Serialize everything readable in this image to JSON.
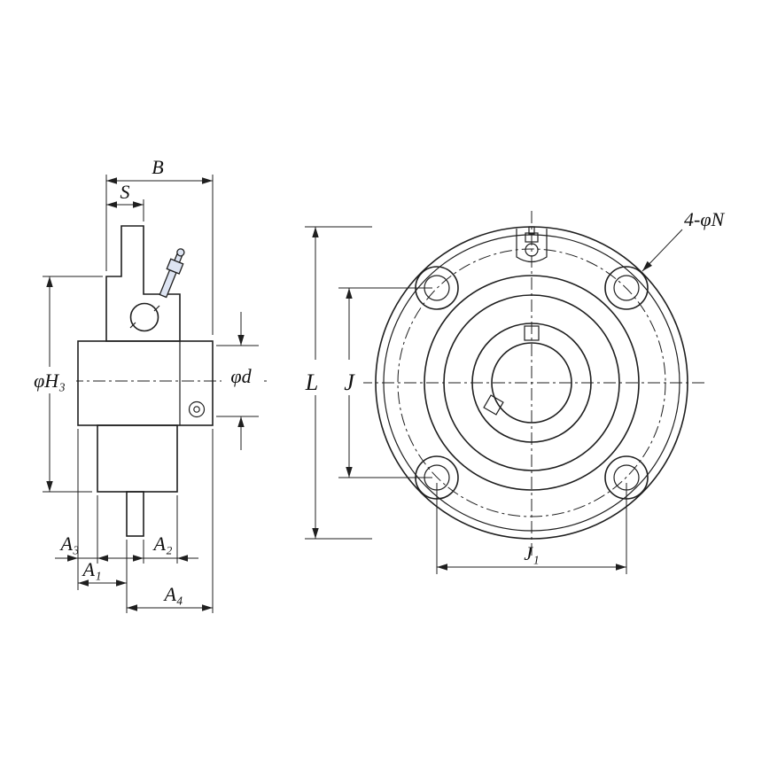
{
  "colors": {
    "line": "#1f1f1f",
    "section_fill": "#cdd6ec",
    "fitting_fill": "#dde4f2",
    "background": "#ffffff"
  },
  "side_view": {
    "dims": {
      "B": "B",
      "S": "S",
      "H3": "φH₃",
      "d": "φd",
      "A3": "A₃",
      "A2": "A₂",
      "A1": "A₁",
      "A4": "A₄"
    }
  },
  "front_view": {
    "dims": {
      "L": "L",
      "J": "J",
      "J1": "J₁",
      "N": "4-φN"
    },
    "bolt_holes": 4
  }
}
